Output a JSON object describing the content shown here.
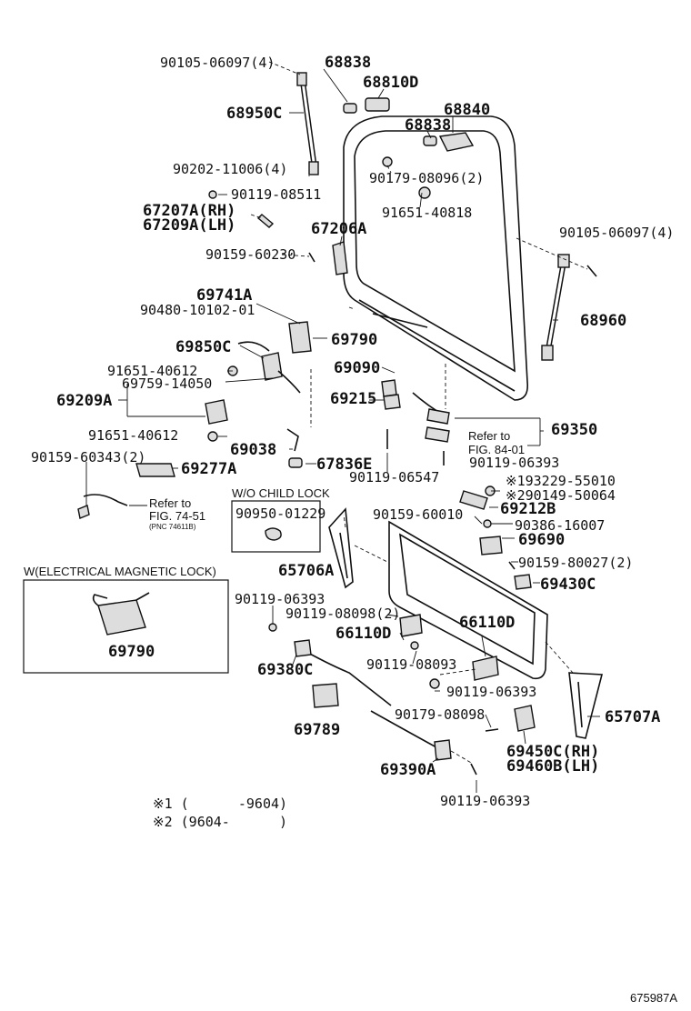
{
  "labels": {
    "l01": "90105-06097(4)",
    "l02": "68838",
    "l03": "68810D",
    "l04": "68950C",
    "l05": "68840",
    "l06": "68838",
    "l07": "90202-11006(4)",
    "l08": "90179-08096(2)",
    "l09": "90119-08511",
    "l10": "67207A(RH)",
    "l11": "67209A(LH)",
    "l12": "91651-40818",
    "l13": "67206A",
    "l14": "90105-06097(4)",
    "l15": "90159-60230",
    "l16": "69741A",
    "l17": "90480-10102-01",
    "l18": "68960",
    "l19": "69850C",
    "l20": "69790",
    "l21": "91651-40612",
    "l22": "69759-14050",
    "l23": "69090",
    "l24": "69209A",
    "l25": "69215",
    "l26": "69350",
    "l27": "91651-40612",
    "l28": "Refer to",
    "l29": "FIG. 84-01",
    "l30": "69038",
    "l31": "90159-60343(2)",
    "l32": "67836E",
    "l33": "90119-06393",
    "l34": "69277A",
    "l35": "90119-06547",
    "l36": "※193229-55010",
    "l37": "※290149-50064",
    "l38": "Refer to",
    "l39": "FIG. 74-51",
    "l40": "(PNC 74611B)",
    "l41": "W/O CHILD LOCK",
    "l42": "90950-01229",
    "l43": "69212B",
    "l44": "90159-60010",
    "l45": "90386-16007",
    "l46": "69690",
    "l47": "90159-80027(2)",
    "l48": "65706A",
    "l49": "69430C",
    "l50": "W(ELECTRICAL MAGNETIC LOCK)",
    "l51": "90119-06393",
    "l52": "90119-08098(2)",
    "l53": "66110D",
    "l54": "66110D",
    "l55": "69790",
    "l56": "90119-08093",
    "l57": "69380C",
    "l58": "90119-06393",
    "l59": "90179-08098",
    "l60": "65707A",
    "l61": "69789",
    "l62": "69450C(RH)",
    "l63": "69460B(LH)",
    "l64": "69390A",
    "l65": "90119-06393",
    "l66": "※1 (      -9604)",
    "l67": "※2 (9604-      )",
    "l68": "675987A"
  }
}
